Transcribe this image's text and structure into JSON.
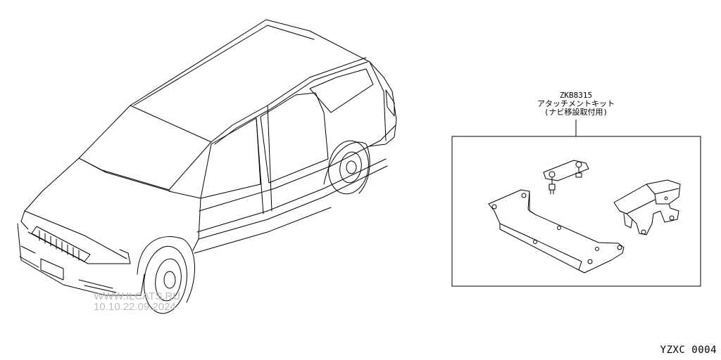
{
  "part": {
    "number": "ZKB8315",
    "name": "アタッチメントキット",
    "note": "(ナビ移設取付用)"
  },
  "watermark": {
    "site": "WWW.ILCATS.RU",
    "date": "10.10.22.09.2024"
  },
  "diagram_code": "YZXC 0004"
}
